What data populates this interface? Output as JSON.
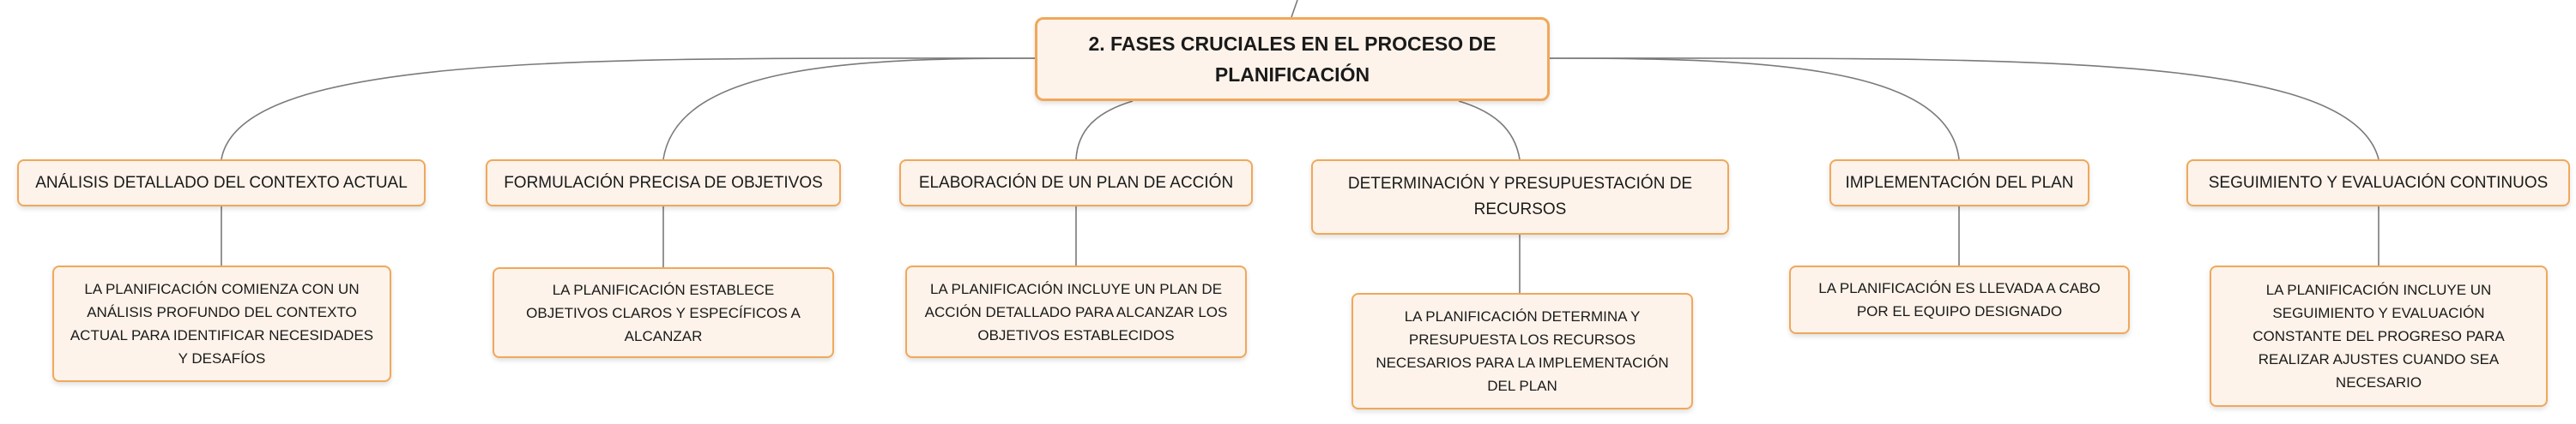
{
  "root": {
    "title": "2. FASES CRUCIALES EN EL PROCESO DE PLANIFICACIÓN"
  },
  "branches": [
    {
      "title": "ANÁLISIS DETALLADO DEL CONTEXTO ACTUAL",
      "detail": "LA PLANIFICACIÓN COMIENZA CON UN ANÁLISIS PROFUNDO DEL CONTEXTO ACTUAL PARA IDENTIFICAR NECESIDADES Y DESAFÍOS"
    },
    {
      "title": "FORMULACIÓN PRECISA DE OBJETIVOS",
      "detail": "LA PLANIFICACIÓN ESTABLECE OBJETIVOS CLAROS Y ESPECÍFICOS A ALCANZAR"
    },
    {
      "title": "ELABORACIÓN DE UN PLAN DE ACCIÓN",
      "detail": "LA PLANIFICACIÓN INCLUYE UN PLAN DE ACCIÓN DETALLADO PARA ALCANZAR LOS OBJETIVOS ESTABLECIDOS"
    },
    {
      "title": "DETERMINACIÓN Y PRESUPUESTACIÓN DE RECURSOS",
      "detail": "LA PLANIFICACIÓN DETERMINA Y PRESUPUESTA LOS RECURSOS NECESARIOS PARA LA IMPLEMENTACIÓN DEL PLAN"
    },
    {
      "title": "IMPLEMENTACIÓN DEL PLAN",
      "detail": "LA PLANIFICACIÓN ES LLEVADA A CABO POR EL EQUIPO DESIGNADO"
    },
    {
      "title": "SEGUIMIENTO Y EVALUACIÓN CONTINUOS",
      "detail": "LA PLANIFICACIÓN INCLUYE UN SEGUIMIENTO Y EVALUACIÓN CONSTANTE DEL PROGRESO PARA REALIZAR AJUSTES CUANDO SEA NECESARIO"
    }
  ]
}
